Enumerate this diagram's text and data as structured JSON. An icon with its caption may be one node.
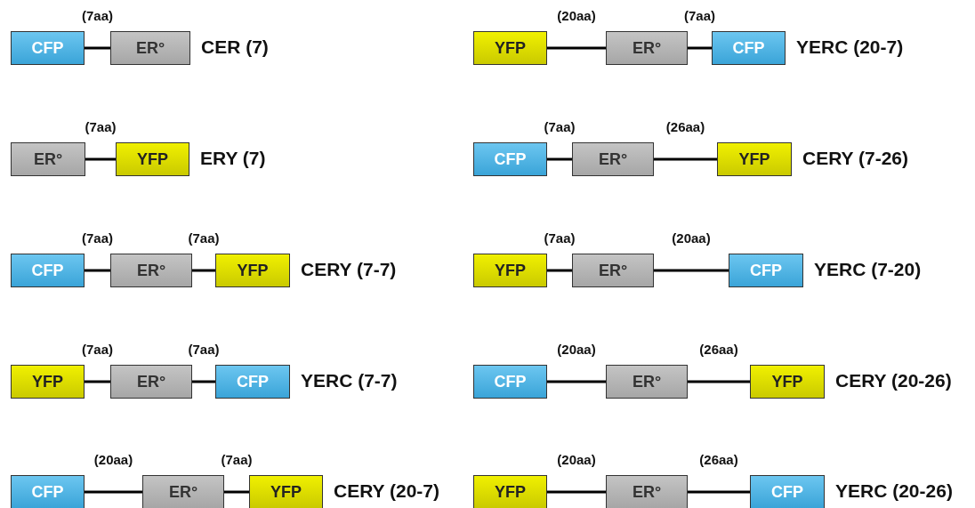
{
  "diagram": {
    "nodes": [
      {
        "text": [
          "CFP"
        ]
      },
      {
        "text": [
          "ER°"
        ],
        "beside": [
          "CER (7)"
        ]
      },
      {
        "text": [
          "YFP"
        ]
      },
      {
        "text": [
          "ER°"
        ]
      },
      {
        "text": [
          "CFP"
        ],
        "beside": [
          "YERC (20-7)"
        ]
      },
      {
        "text": [
          "ER°"
        ]
      },
      {
        "text": [
          "YFP"
        ],
        "beside": [
          "ERY (7)"
        ]
      },
      {
        "text": [
          "CFP"
        ]
      },
      {
        "text": [
          "ER°"
        ]
      },
      {
        "text": [
          "YFP"
        ],
        "beside": [
          "CERY (7-26)"
        ]
      },
      {
        "text": [
          "CFP"
        ]
      },
      {
        "text": [
          "ER°"
        ]
      },
      {
        "text": [
          "YFP"
        ],
        "beside": [
          "CERY (7-7)"
        ]
      },
      {
        "text": [
          "YFP"
        ]
      },
      {
        "text": [
          "ER°"
        ]
      },
      {
        "text": [
          "CFP"
        ],
        "beside": [
          "YERC (7-20)"
        ]
      },
      {
        "text": [
          "YFP"
        ]
      },
      {
        "text": [
          "ER°"
        ]
      },
      {
        "text": [
          "CFP"
        ],
        "beside": [
          "YERC (7-7)"
        ]
      },
      {
        "text": [
          "CFP"
        ]
      },
      {
        "text": [
          "ER°"
        ]
      },
      {
        "text": [
          "YFP"
        ],
        "beside": [
          "CERY (20-26)"
        ]
      },
      {
        "text": [
          "CFP"
        ]
      },
      {
        "text": [
          "ER°"
        ]
      },
      {
        "text": [
          "YFP"
        ],
        "beside": [
          "CERY (20-7)"
        ]
      },
      {
        "text": [
          "YFP"
        ]
      },
      {
        "text": [
          "ER°"
        ]
      },
      {
        "text": [
          "CFP"
        ],
        "beside": [
          "YERC (20-26)"
        ]
      }
    ],
    "edges": [
      {
        "from": 0,
        "to": 1,
        "arrow": "none",
        "label": "(7aa)"
      },
      {
        "from": 2,
        "to": 3,
        "arrow": "none",
        "label": "(20aa)"
      },
      {
        "from": 3,
        "to": 4,
        "arrow": "none",
        "label": "(7aa)"
      },
      {
        "from": 5,
        "to": 6,
        "arrow": "none",
        "label": "(7aa)"
      },
      {
        "from": 7,
        "to": 8,
        "arrow": "none",
        "label": "(7aa)"
      },
      {
        "from": 8,
        "to": 9,
        "arrow": "none",
        "label": "(26aa)"
      },
      {
        "from": 10,
        "to": 11,
        "arrow": "none",
        "label": "(7aa)"
      },
      {
        "from": 11,
        "to": 12,
        "arrow": "none",
        "label": "(7aa)"
      },
      {
        "from": 13,
        "to": 14,
        "arrow": "none",
        "label": "(7aa)"
      },
      {
        "from": 14,
        "to": 15,
        "arrow": "none",
        "label": "(20aa)"
      },
      {
        "from": 16,
        "to": 17,
        "arrow": "none",
        "label": "(7aa)"
      },
      {
        "from": 17,
        "to": 18,
        "arrow": "none",
        "label": "(7aa)"
      },
      {
        "from": 19,
        "to": 20,
        "arrow": "none",
        "label": "(20aa)"
      },
      {
        "from": 20,
        "to": 21,
        "arrow": "none",
        "label": "(26aa)"
      },
      {
        "from": 22,
        "to": 23,
        "arrow": "none",
        "label": "(20aa)"
      },
      {
        "from": 23,
        "to": 24,
        "arrow": "none",
        "label": "(7aa)"
      },
      {
        "from": 25,
        "to": 26,
        "arrow": "none",
        "label": "(20aa)"
      },
      {
        "from": 26,
        "to": 27,
        "arrow": "none",
        "label": "(26aa)"
      }
    ]
  }
}
